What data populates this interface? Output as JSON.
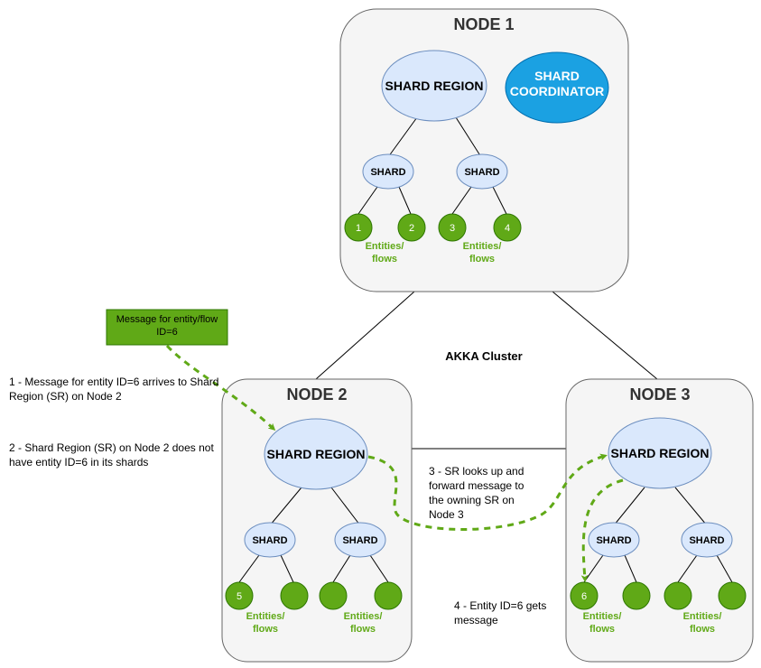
{
  "cluster_label": "AKKA Cluster",
  "nodes": [
    {
      "title": "NODE 1",
      "region_label": "SHARD REGION",
      "coordinator_label": "SHARD COORDINATOR",
      "shards": [
        "SHARD",
        "SHARD"
      ],
      "entities": [
        "1",
        "2",
        "3",
        "4"
      ],
      "entities_labels": [
        "Entities/ flows",
        "Entities/ flows"
      ]
    },
    {
      "title": "NODE 2",
      "region_label": "SHARD REGION",
      "shards": [
        "SHARD",
        "SHARD"
      ],
      "entities": [
        "5",
        "",
        "",
        ""
      ],
      "entities_labels": [
        "Entities/ flows",
        "Entities/ flows"
      ]
    },
    {
      "title": "NODE 3",
      "region_label": "SHARD REGION",
      "shards": [
        "SHARD",
        "SHARD"
      ],
      "entities": [
        "6",
        "",
        "",
        ""
      ],
      "entities_labels": [
        "Entities/ flows",
        "Entities/ flows"
      ]
    }
  ],
  "message_box": "Message for entity/flow ID=6",
  "steps": [
    "1 - Message for entity ID=6 arrives to Shard Region (SR) on Node 2",
    "2 - Shard Region (SR) on Node 2 does not have entity ID=6 in its shards",
    "3 - SR looks up and forward message to the owning SR on Node 3",
    "4 - Entity ID=6 gets message"
  ],
  "colors": {
    "node_fill": "#f5f5f5",
    "region_fill": "#dae8fc",
    "coordinator_fill": "#1ba1e2",
    "entity_fill": "#60a917",
    "message_fill": "#60a917",
    "label_green": "#60a917",
    "flow_arrow": "#60a917"
  }
}
